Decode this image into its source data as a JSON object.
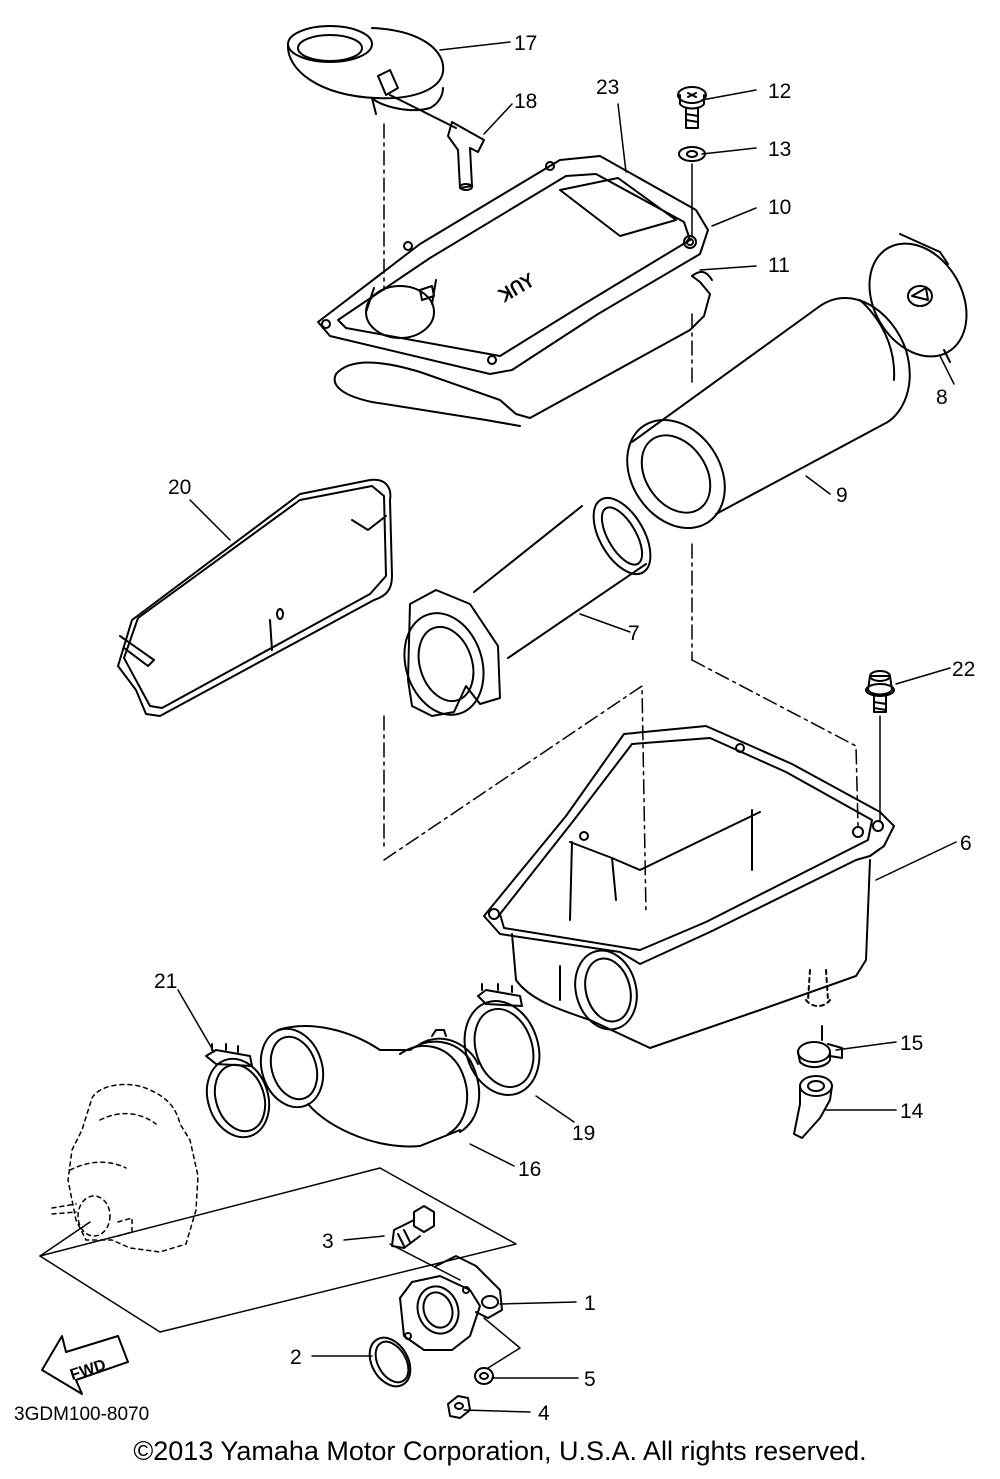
{
  "diagram": {
    "callouts": {
      "c1": "1",
      "c2": "2",
      "c3": "3",
      "c4": "4",
      "c5": "5",
      "c6": "6",
      "c7": "7",
      "c8": "8",
      "c9": "9",
      "c10": "10",
      "c11": "11",
      "c12": "12",
      "c13": "13",
      "c14": "14",
      "c15": "15",
      "c16": "16",
      "c17": "17",
      "c18": "18",
      "c19": "19",
      "c20": "20",
      "c21": "21",
      "c22": "22",
      "c23": "23"
    },
    "fwd_label": "FWD",
    "lid_stamp": "ꓘꓵꓬ",
    "reference_code": "3GDM100-8070"
  },
  "footer": {
    "copyright": "©2013 Yamaha Motor Corporation, U.S.A. All rights reserved."
  }
}
